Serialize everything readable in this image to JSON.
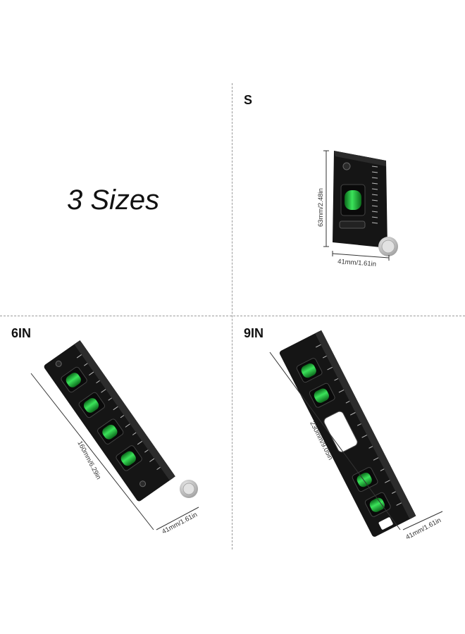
{
  "headline": "3 Sizes",
  "quadrants": {
    "small": {
      "label": "S",
      "height_dim": "63mm/2.48in",
      "width_dim": "41mm/1.61in"
    },
    "six_inch": {
      "label": "6IN",
      "length_dim": "160mm/6.29in",
      "width_dim": "41mm/1.61in"
    },
    "nine_inch": {
      "label": "9IN",
      "length_dim": "230mm/9.05in",
      "width_dim": "41mm/1.61in"
    }
  },
  "colors": {
    "level_body": "#141414",
    "bubble_vial": "#2fd24a",
    "knob": "#cfcfcf"
  },
  "icons": [
    "spirit-level-small",
    "spirit-level-6in",
    "spirit-level-9in"
  ]
}
